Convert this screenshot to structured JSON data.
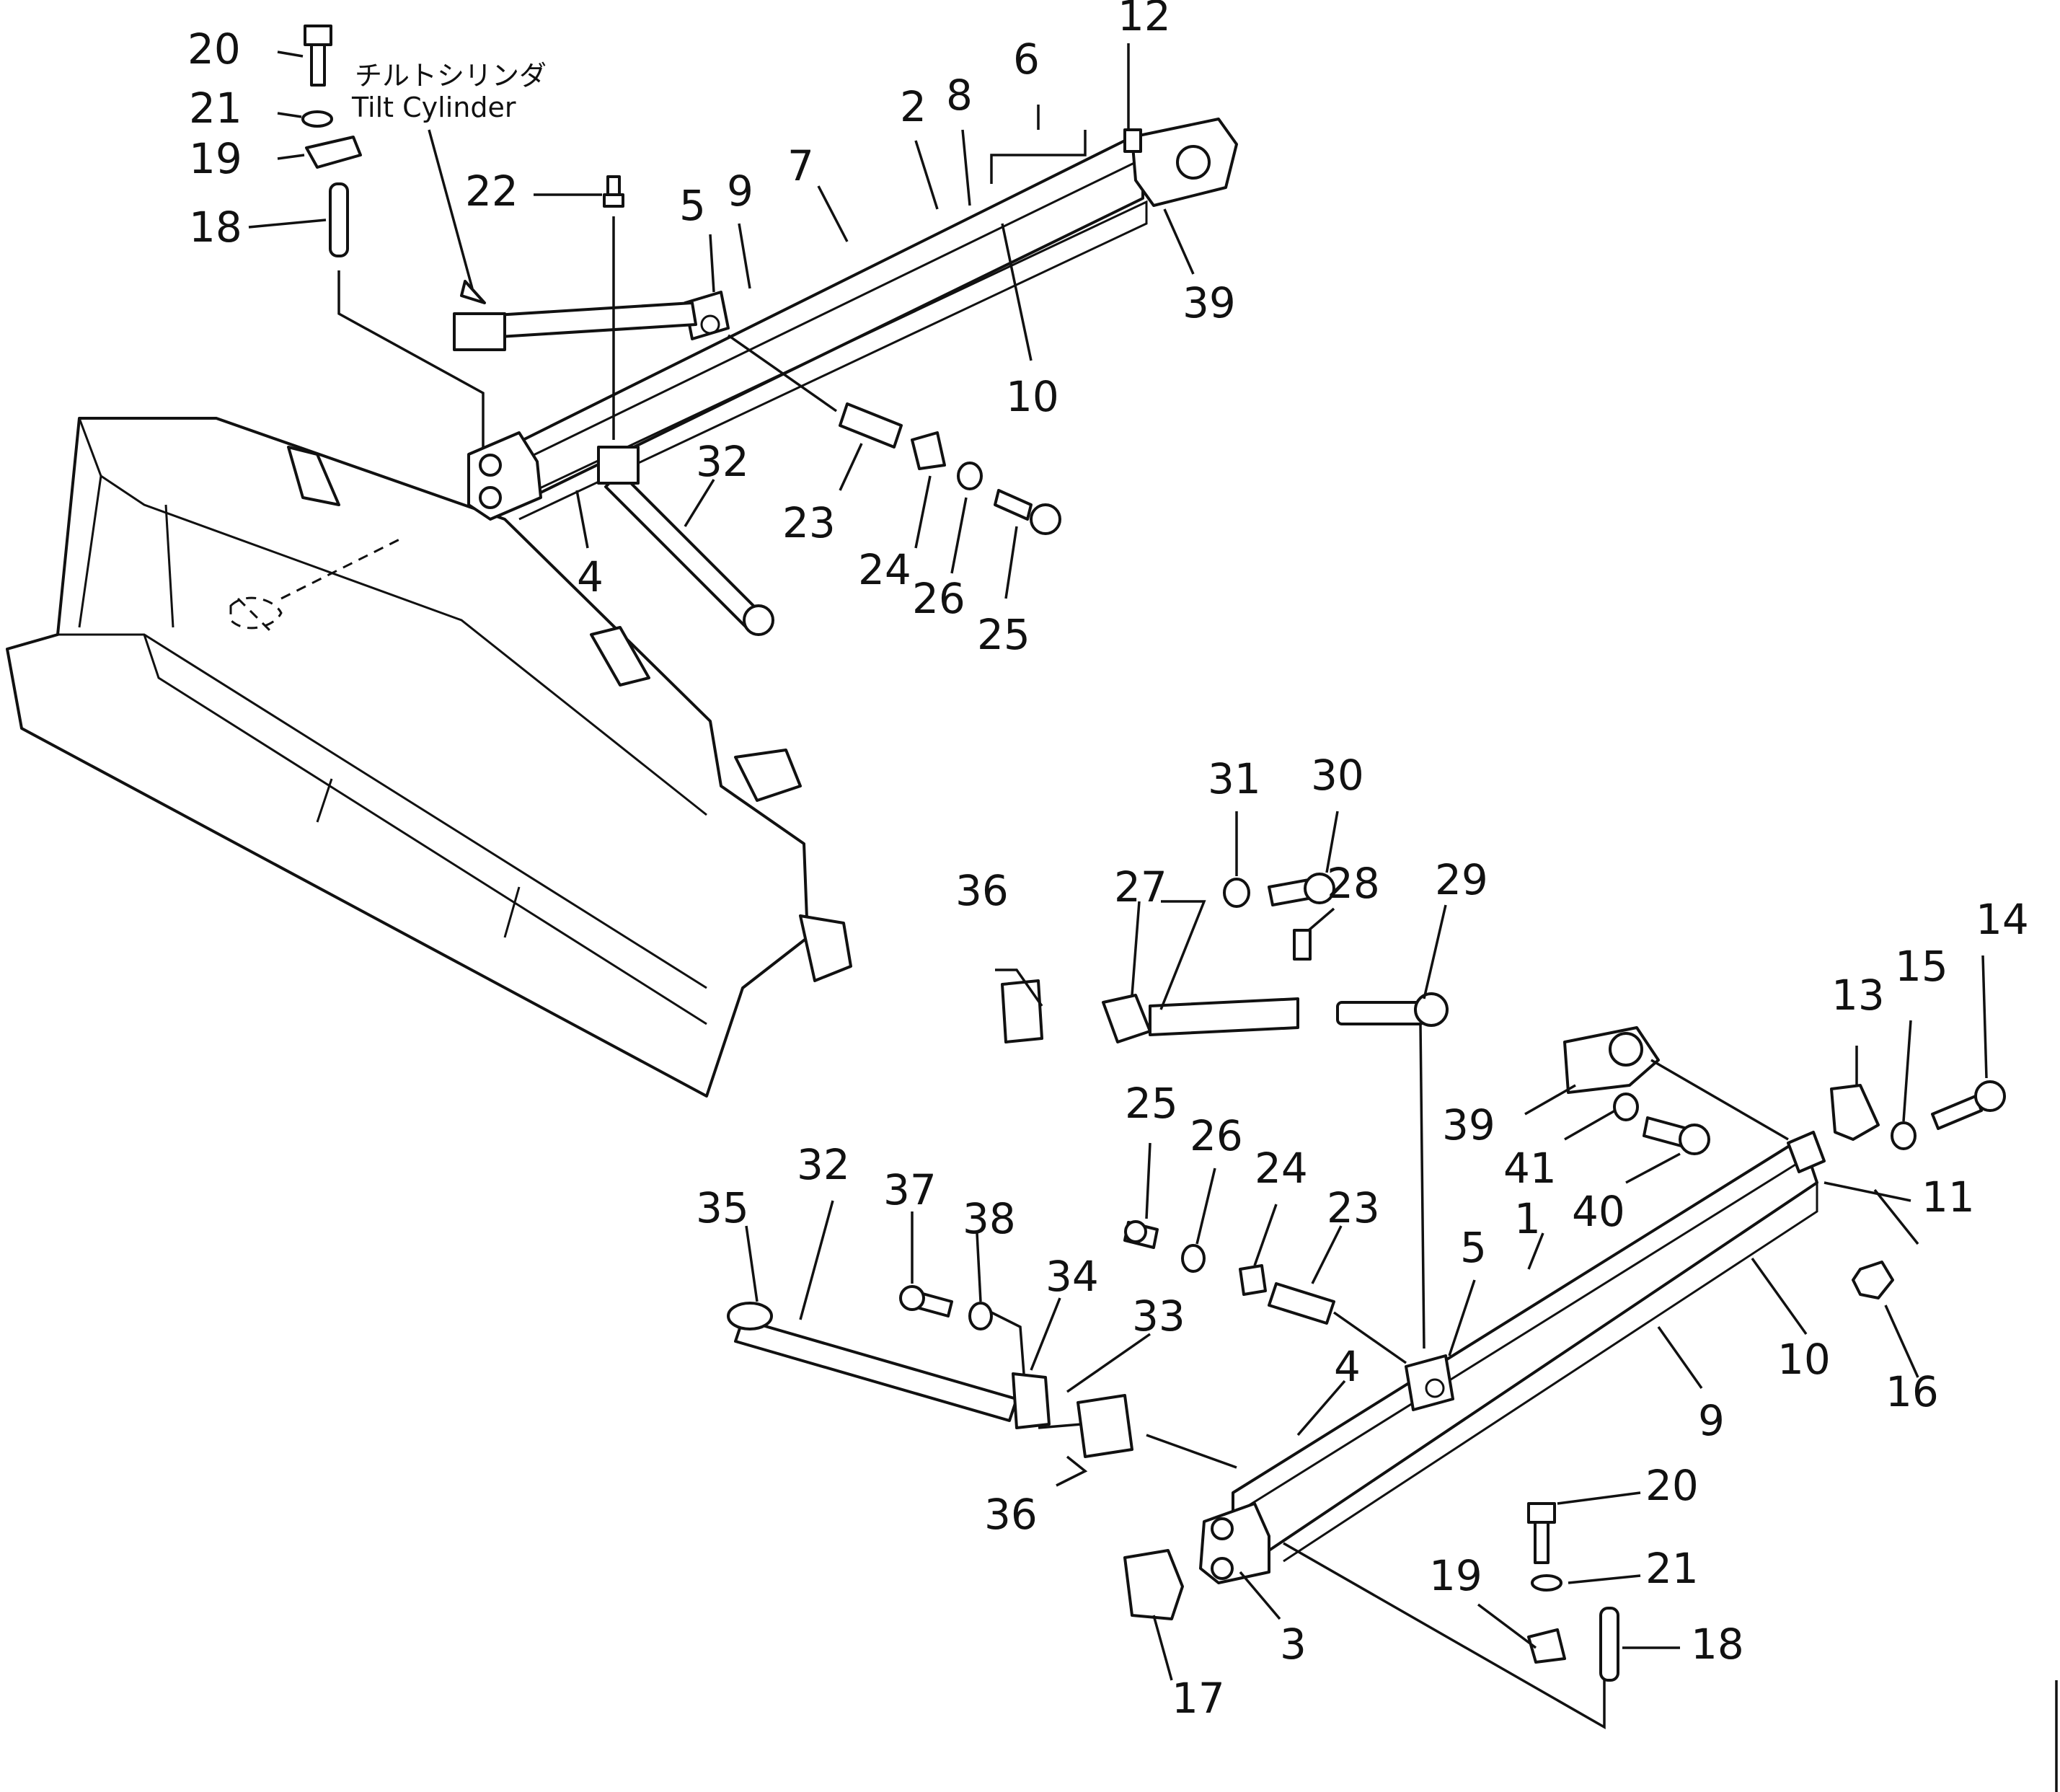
{
  "callouts": {
    "c20a": "20",
    "c21a": "21",
    "c19a": "19",
    "c18a": "18",
    "c22": "22",
    "c5a": "5",
    "c9a": "9",
    "c7": "7",
    "c2": "2",
    "c8": "8",
    "c6": "6",
    "c12": "12",
    "c39a": "39",
    "c10a": "10",
    "c23a": "23",
    "c24a": "24",
    "c26a": "26",
    "c25a": "25",
    "c32a": "32",
    "c4a": "4",
    "c31": "31",
    "c30": "30",
    "c36a": "36",
    "c27": "27",
    "c28": "28",
    "c29": "29",
    "c14": "14",
    "c13": "13",
    "c15": "15",
    "c39b": "39",
    "c41": "41",
    "c40": "40",
    "c11": "11",
    "c25b": "25",
    "c26b": "26",
    "c24b": "24",
    "c23b": "23",
    "c32b": "32",
    "c35": "35",
    "c37": "37",
    "c38": "38",
    "c34": "34",
    "c33": "33",
    "c5b": "5",
    "c1": "1",
    "c10b": "10",
    "c16": "16",
    "c4b": "4",
    "c9b": "9",
    "c36b": "36",
    "c20b": "20",
    "c21b": "21",
    "c19b": "19",
    "c18b": "18",
    "c3": "3",
    "c17": "17"
  },
  "notes": {
    "tilt_jp": "チルトシリンダ",
    "tilt_en": "Tilt  Cylinder"
  }
}
